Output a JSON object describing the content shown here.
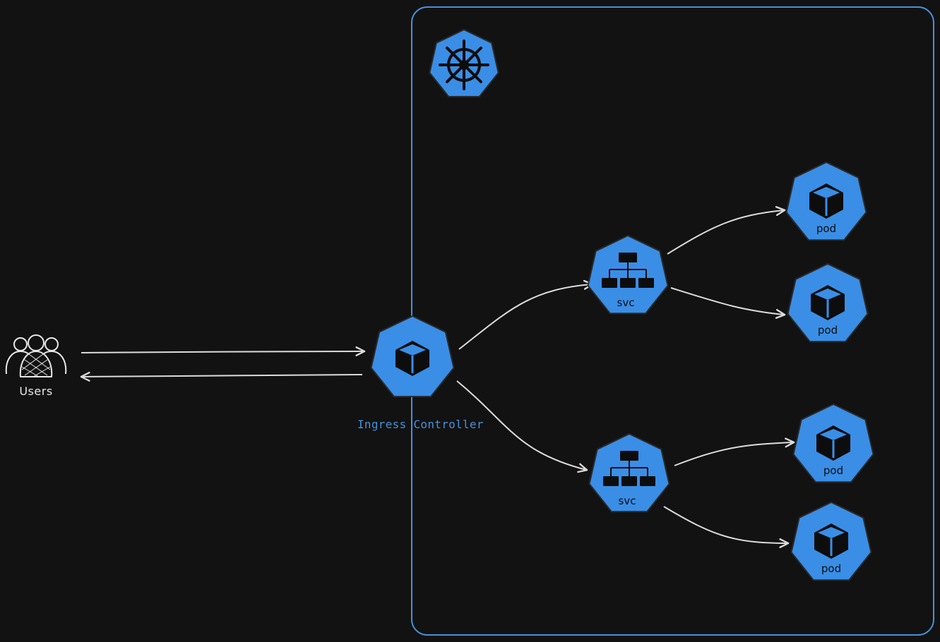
{
  "colors": {
    "background": "#121212",
    "k8s_blue": "#3a8ee6",
    "cluster_border": "#4a90d9",
    "arrow": "#dcdcdc",
    "glyph": "#0d0d0d",
    "label_blue": "#4a90d9",
    "label_light": "#e8e8e8"
  },
  "users": {
    "label": "Users",
    "icon": "users-group-icon"
  },
  "cluster": {
    "icon": "kubernetes-helm-icon"
  },
  "ingress": {
    "label": "Ingress Controller",
    "icon": "cube-icon"
  },
  "services": [
    {
      "label": "svc",
      "icon": "service-network-icon"
    },
    {
      "label": "svc",
      "icon": "service-network-icon"
    }
  ],
  "pods": [
    {
      "label": "pod",
      "icon": "cube-icon"
    },
    {
      "label": "pod",
      "icon": "cube-icon"
    },
    {
      "label": "pod",
      "icon": "cube-icon"
    },
    {
      "label": "pod",
      "icon": "cube-icon"
    }
  ]
}
